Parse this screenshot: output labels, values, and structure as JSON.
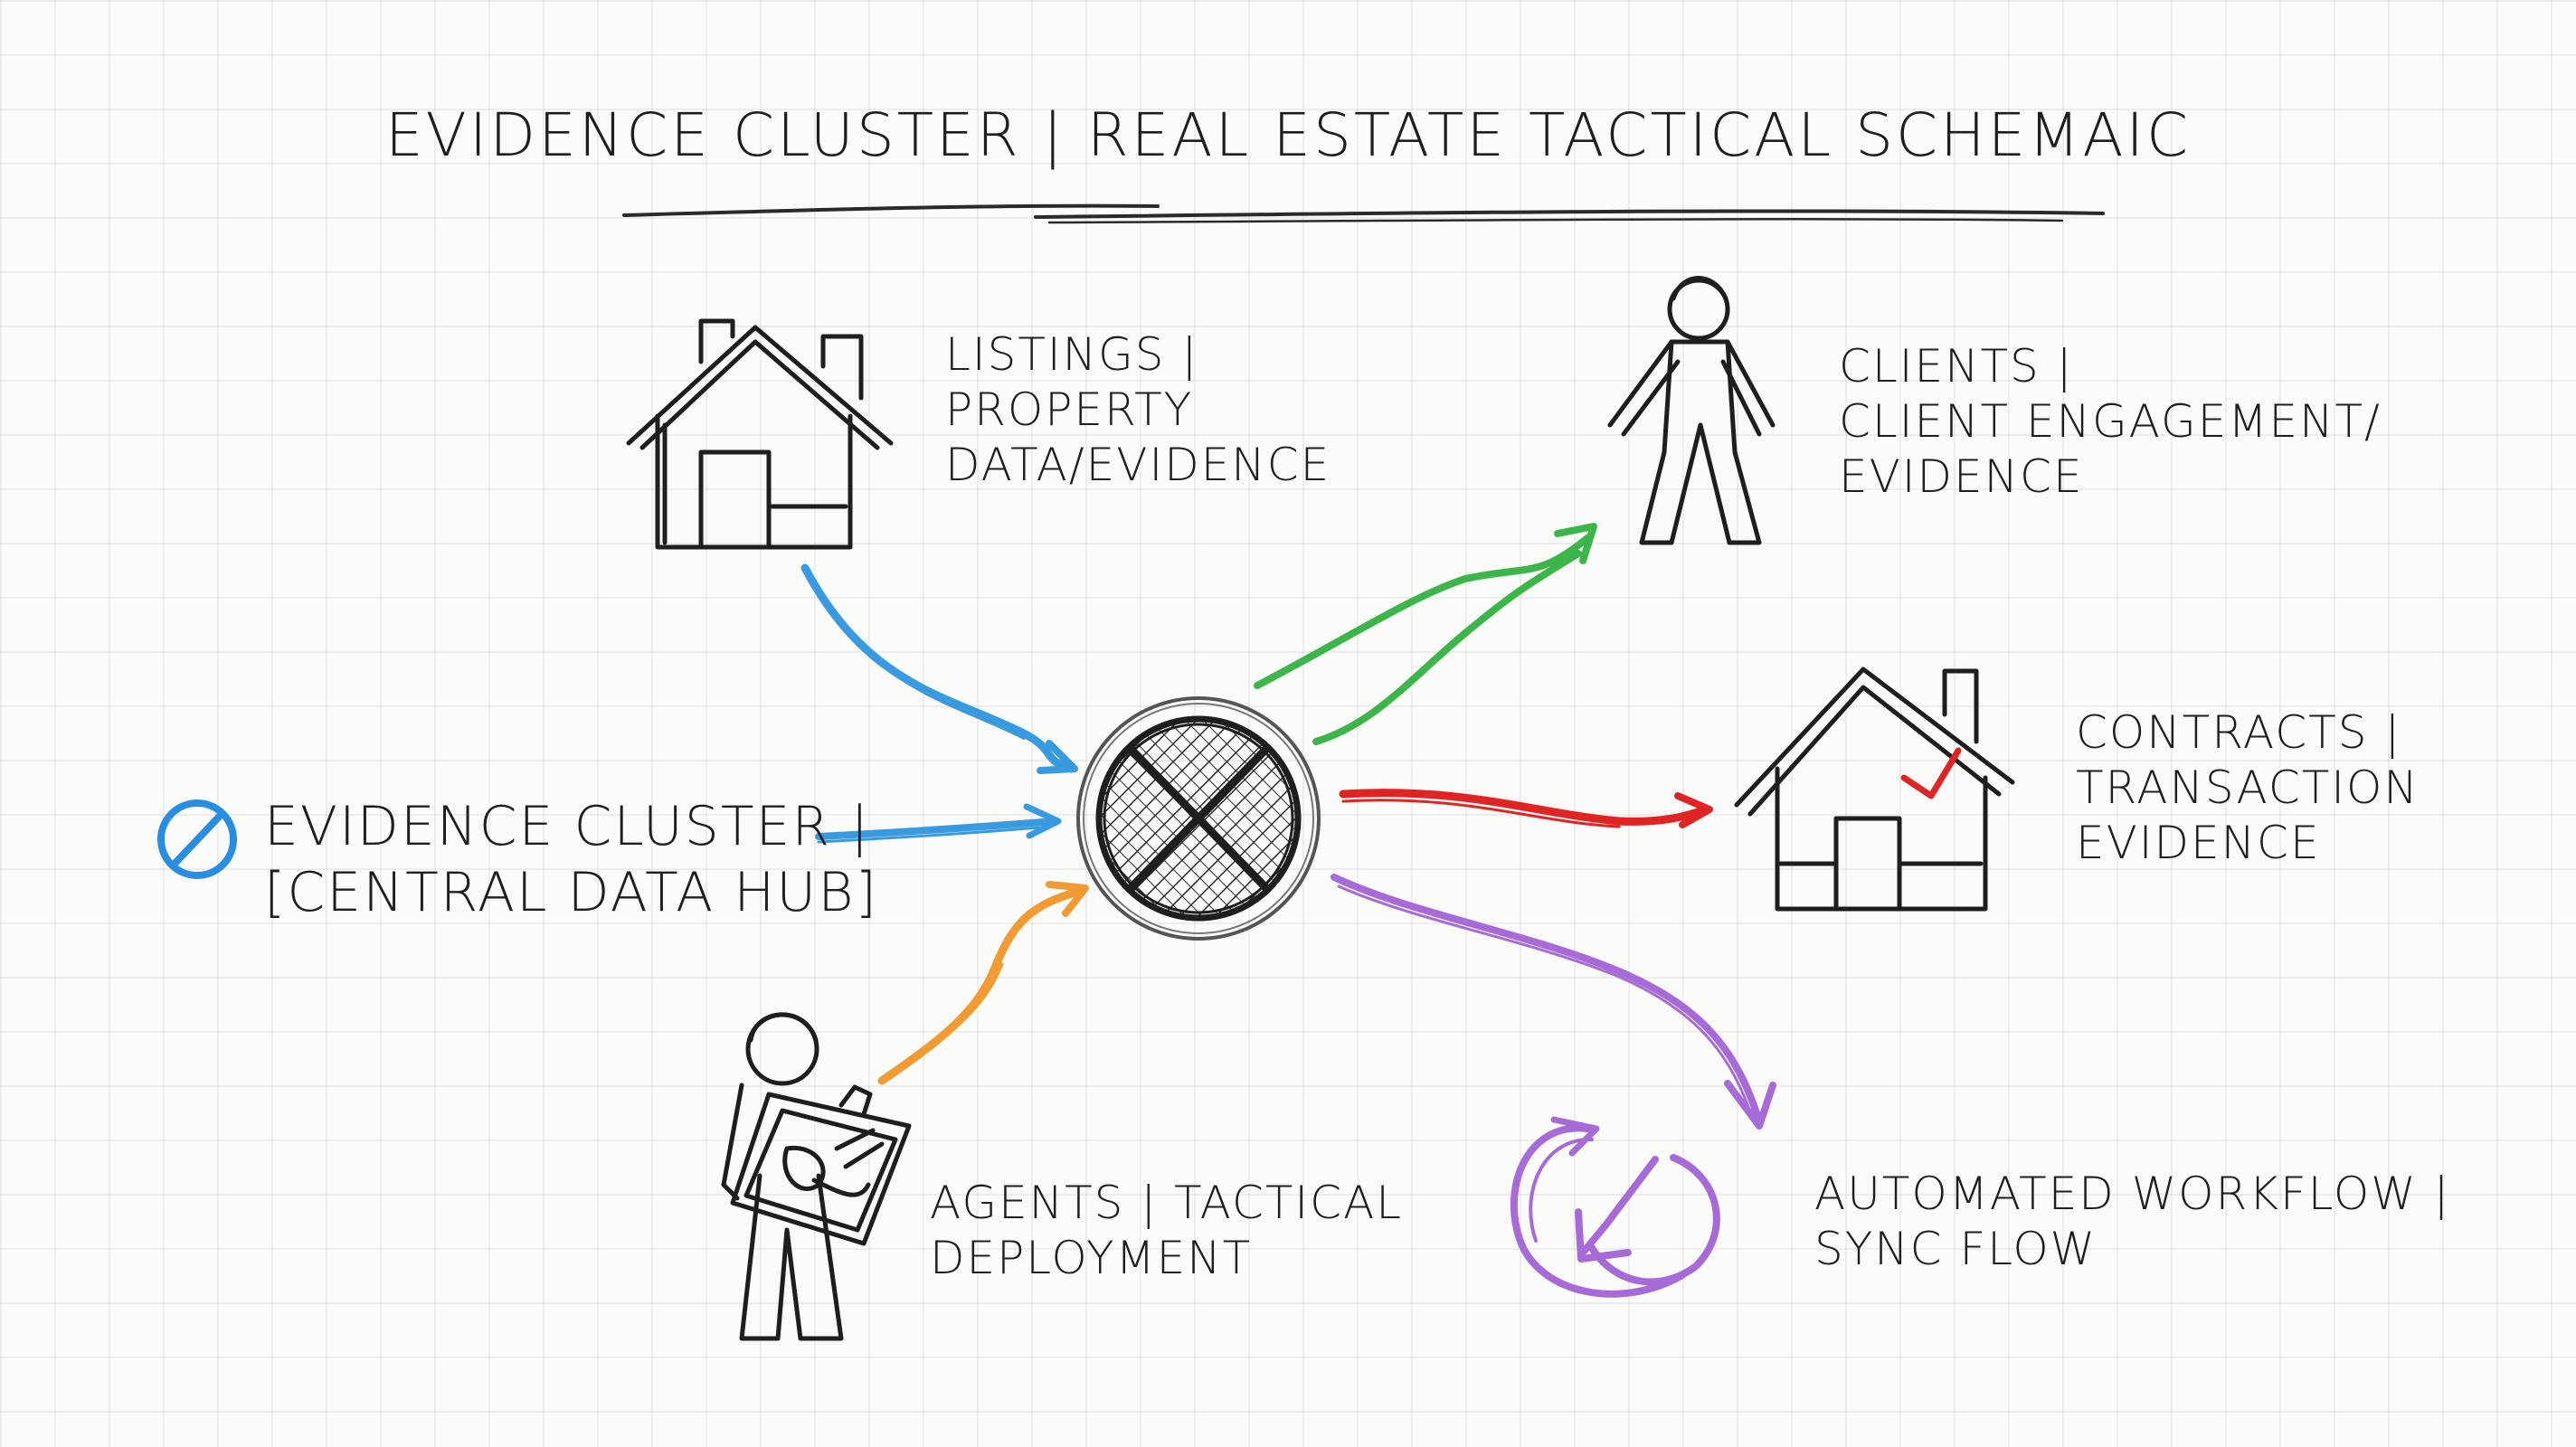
{
  "title": "EVIDENCE CLUSTER | REAL ESTATE TACTICAL SCHEMAIC",
  "nodes": {
    "listings": {
      "lines": [
        "LISTINGS |",
        "PROPERTY",
        "DATA/EVIDENCE"
      ],
      "icon": "house-icon",
      "arrow_color": "#3a9ae0"
    },
    "clients": {
      "lines": [
        "CLIENTS |",
        "CLIENT ENGAGEMENT/",
        "EVIDENCE"
      ],
      "icon": "person-icon",
      "arrow_color": "#3cb54a"
    },
    "contracts": {
      "lines": [
        "CONTRACTS |",
        "TRANSACTION",
        "EVIDENCE"
      ],
      "icon": "house-checkmark-icon",
      "arrow_color": "#e02424"
    },
    "hub": {
      "lines": [
        "EVIDENCE CLUSTER |",
        "[CENTRAL DATA HUB]"
      ],
      "icon": "no-symbol-icon",
      "arrow_color": "#3a9ae0"
    },
    "agents": {
      "lines": [
        "AGENTS | TACTICAL",
        "DEPLOYMENT"
      ],
      "icon": "agent-clipboard-icon",
      "arrow_color": "#f29b32"
    },
    "workflow": {
      "lines": [
        "AUTOMATED WORKFLOW |",
        "SYNC FLOW"
      ],
      "icon": "sync-cycle-icon",
      "arrow_color": "#a76bd8"
    }
  },
  "center": {
    "icon": "crossed-circle-hub-icon"
  }
}
